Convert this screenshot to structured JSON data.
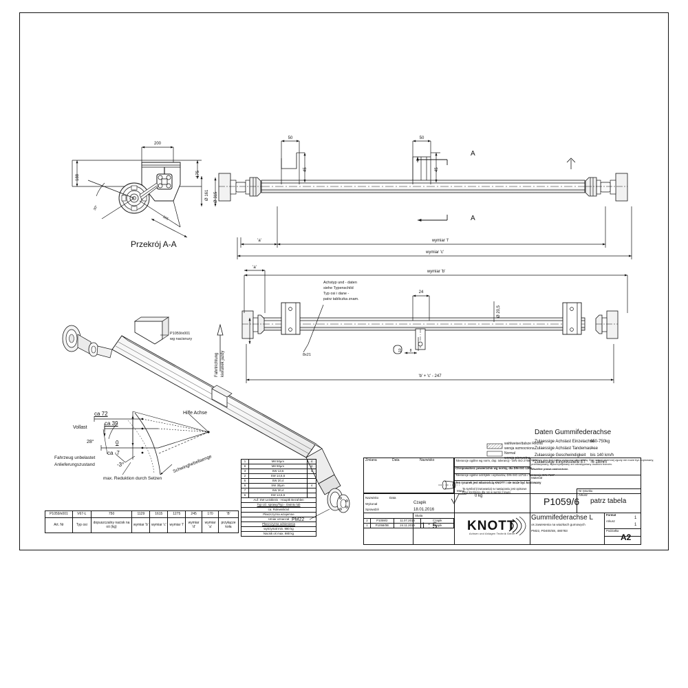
{
  "document": {
    "type": "engineering-drawing",
    "manufacturer": "KNOTT",
    "manufacturer_tagline": "Achsen und Anlagen Technik GmbH",
    "title_de": "Gummifederachse L",
    "title_sub": "os zawiesenia na wiazkach gumowych",
    "title_code": "PM22, PD400/48, 480783",
    "drawing_number": "P1059/6",
    "scale_label": "Skala",
    "scale": "1 : 5",
    "format": "A2",
    "sheet_note": "patrz tabela",
    "date": "18.01.2016",
    "mass_label": "Masa",
    "mass": "0 kg"
  },
  "section_view": {
    "caption": "Przekrój A-A",
    "dims": {
      "top_width": "200",
      "right_height": "175",
      "left_height": "188",
      "diameter": "Ø 161",
      "angle_left": "30°",
      "angle_right": "30°",
      "slant": "165"
    }
  },
  "top_view": {
    "dim_left_small": "50",
    "dim_right_small": "50",
    "dim_v_left": "45",
    "dim_v_right": "45",
    "diameter_hub": "Ø 315",
    "section_mark_top": "A",
    "section_mark_bottom": "A",
    "dim_a": "'a'",
    "dim_l": "wymiar 'l'",
    "dim_c": "wymiar 'c'"
  },
  "mid_view": {
    "dim_top": "wymiar 'b'",
    "dim_left_tick": "'a'",
    "dim_bottom": "'b' + 'c' - 247",
    "dim_24": "24",
    "dim_phi": "Ø 20,5",
    "dim_small_1": "10",
    "dim_small_2": "8",
    "label_plate_de_1": "Achstyp und - daten",
    "label_plate_de_2": "siehe Typenschild",
    "label_plate_pl_1": "Typ osi i dane -",
    "label_plate_pl_2": "patrz tabliczka znam.",
    "label_bolt": "8x21",
    "label_direction_de": "Fahrtrichtung",
    "label_direction_pl": "kierunek jazdy"
  },
  "iso_view": {
    "label_part_1": "P1059/x001",
    "label_part_2": "wg nacisnury",
    "label_hub": "PM22"
  },
  "spring_diagram": {
    "val_ca72": "ca 72",
    "val_ca39": "ca 39",
    "val_zero": "0",
    "val_ca7": "ca -7",
    "label_vollast": "Vollast",
    "angle_28": "28°",
    "angle_minus3": "-3°",
    "label_unloaded_1": "Fahrzeug unbelastet",
    "label_unloaded_2": "Anlieferungszustand",
    "label_hilfe": "Hilfe Achse",
    "label_schwing": "Schwinghebellaenge",
    "label_reduktion": "max. Reduktion durch Setzen"
  },
  "daten_block": {
    "heading": "Daten Gummifederachse",
    "rows": [
      {
        "de": "Zulaessige Achslast Einzelachse",
        "value": "650-750kg"
      },
      {
        "de": "Zulaessige Achslast Tandemachse",
        "value": "---"
      },
      {
        "de": "Zulaessige Geschwindigkeit",
        "value": "bis 140 km/h"
      },
      {
        "de": "Zulaessige Einpresstiefe ET",
        "value": "-6-18mm"
      }
    ],
    "legend_hatched": "wahlweise/dalsze Rechts",
    "legend_hatched_2": "wersja wzmocniona",
    "legend_plain": "Normal",
    "legend_plain_2": "wersja pierwotna"
  },
  "param_table": {
    "headers": [
      "P1059/x001",
      "V67-L",
      "750",
      "1129",
      "1615",
      "1275",
      "245",
      "170",
      "'B'"
    ],
    "labels": [
      "Art. Nr",
      "Typ osi",
      "dopuszczalny nacisk na oś (kg)",
      "wymiar 'b'",
      "wymiar 'c'",
      "wymiar 'l'",
      "wymiar 'd'",
      "wymiar 'a'",
      "przyłącze koła"
    ]
  },
  "bolt_table": {
    "rows": [
      {
        "pos": "1",
        "spec": "M8 50µm",
        "qty": "4"
      },
      {
        "pos": "8",
        "spec": "M8 90µm",
        "qty": "4"
      },
      {
        "pos": "3",
        "spec": "SW 13,6",
        "qty": "1"
      },
      {
        "pos": "2",
        "spec": "SW 14,6,6",
        "qty": ""
      },
      {
        "pos": "5",
        "spec": "SW 20,4",
        "qty": ""
      },
      {
        "pos": "9",
        "spec": "SW 30µm",
        "qty": "4"
      },
      {
        "pos": "7",
        "spec": "SW 30,4",
        "qty": ""
      },
      {
        "pos": "6",
        "spec": "SW 14,6,6",
        "qty": ""
      }
    ],
    "notes": [
      "Auf: SW Leistkreis - Hauptk Bezahlen",
      "Typ Uż. sprawy/Typ - Gwintu lub",
      "ca. Rolewnik/oś",
      "Płaszczyzna wzajemne",
      "Umiar oznaczał",
      "Płaszczyzna odniesienia",
      "wytrzymał min. 980 kg",
      "Nacisk oś max. 980 kg"
    ]
  },
  "revision_table": {
    "headers": [
      "Zmiana",
      "Data",
      "Nazwisko"
    ],
    "rows": [
      {
        "idx": "2",
        "num": "P1059/2",
        "date": "11.07.2014",
        "name": "Czapik"
      },
      {
        "idx": "1",
        "num": "P1058/0B",
        "date": "24.11.2014",
        "name": "Czapik"
      }
    ]
  },
  "title_block": {
    "fields": {
      "tolerance_note_1": "Tolerancje ogólne wg norm, dop. tolerancji - DIN ISO 2768 - m",
      "tolerance_note_2": "Chropowatość powierzchni wg normy, dla DIN ISO 1302",
      "tolerance_note_3": "Tolerancje ogólne odchyłek i wymiarów, DIN ISO 13715 i Tolerancje DIN 7167",
      "tolerance_note_4": "Ten rysunek jest własnością KNOTT i nie może być kopiowany",
      "proj_note_1": "Ta symbol (rzutowania) w nawiązaniu jest opisowe",
      "proj_note_2": "Rzut kreślenia dla osi w wersji z lewej",
      "copyright_note_1": "Niniejszy plan jest naszą wyłączną własnością. Bez naszej pisemnej zgody nie może być kopiowany,",
      "copyright_note_2": "przekazywany, wykorzystywany ani udostępniany osobom trzecim.",
      "copyright_note_3": "Wszelkie prawa zastrzeżone.",
      "label_nazwisko": "Nazwisko",
      "label_data": "Data",
      "label_wykonal": "Wykonał",
      "label_sprawdzil": "Sprawdził",
      "label_zatwierdzil": "Zatwierdził",
      "label_material": "Materiał",
      "label_masa": "Masa",
      "label_nr_rys": "Nr rysunku",
      "label_arkusz": "Arkusz",
      "label_format": "Format",
      "label_skala": "Skala",
      "label_podzialka": "Podziałka",
      "value_nazwisko": "Czapik",
      "value_data": "18.01.2016",
      "value_sheet_1": "1",
      "value_sheet_2": "1"
    }
  }
}
